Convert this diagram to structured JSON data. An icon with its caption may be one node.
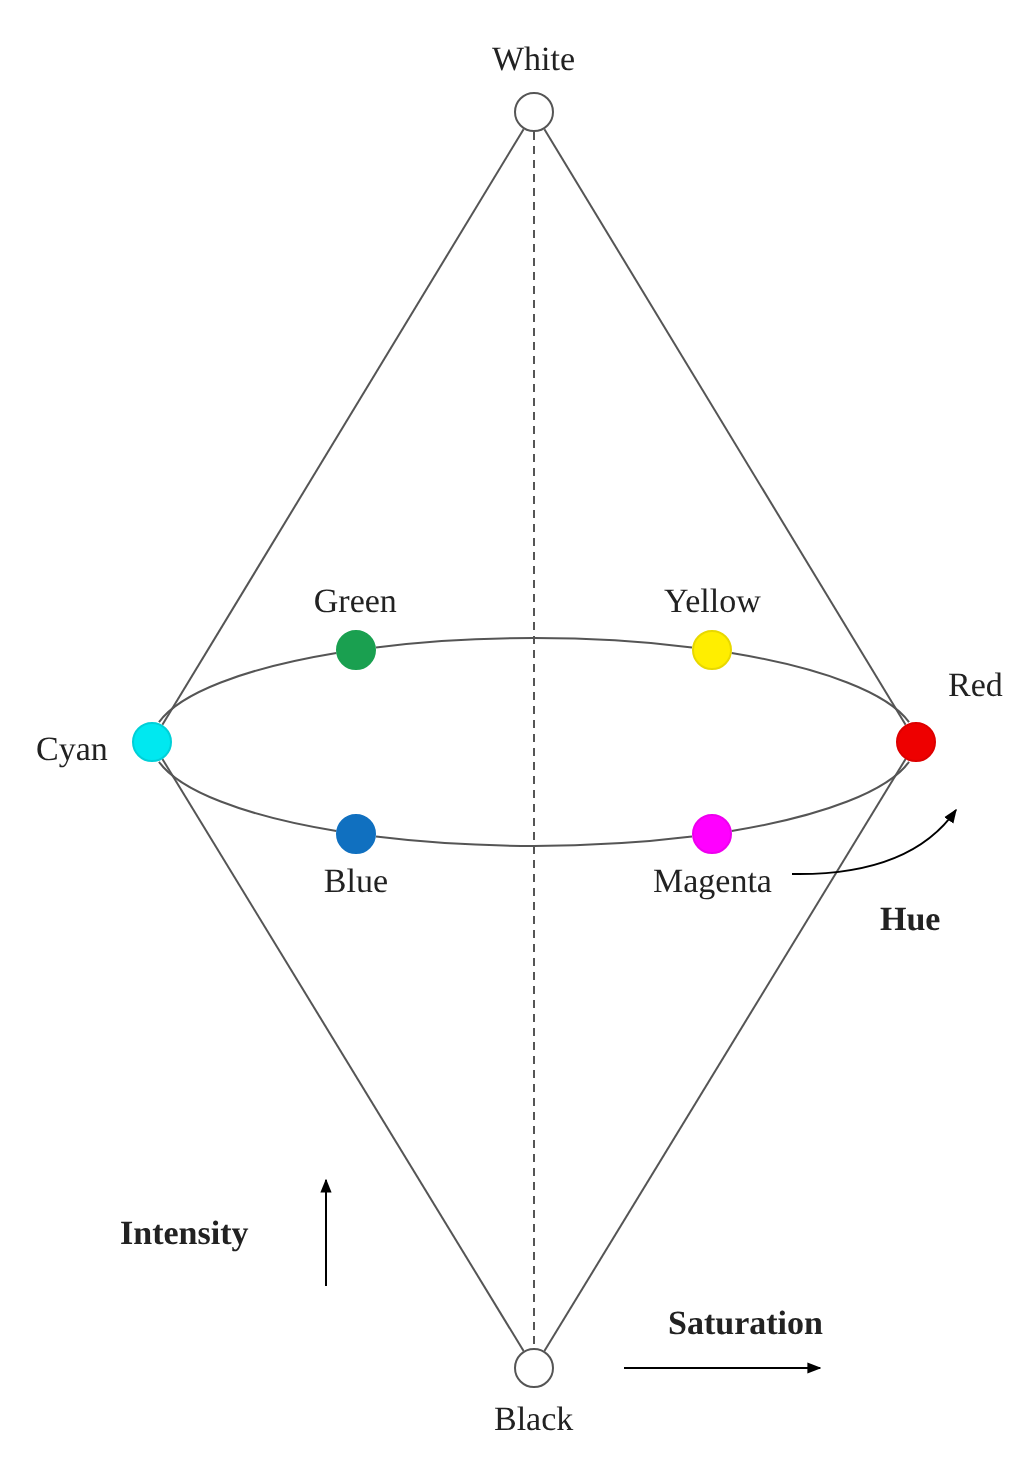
{
  "diagram": {
    "nodes": [
      {
        "text": [],
        "shape": "circle",
        "beside": [
          "White"
        ]
      },
      {
        "text": [],
        "shape": "circle",
        "beside": [
          "Green"
        ]
      },
      {
        "text": [],
        "shape": "circle",
        "beside": [
          "Yellow"
        ]
      },
      {
        "text": [],
        "shape": "circle",
        "beside": [
          "Cyan"
        ]
      },
      {
        "text": [],
        "shape": "circle",
        "beside": [
          "Red"
        ]
      },
      {
        "text": [],
        "shape": "circle",
        "beside": [
          "Blue"
        ]
      },
      {
        "text": [],
        "shape": "circle",
        "beside": [
          "Magenta"
        ]
      },
      {
        "text": [],
        "shape": "circle",
        "beside": [
          "Black"
        ]
      }
    ],
    "edges": [
      {
        "from": 0,
        "to": 3,
        "arrow": "none"
      },
      {
        "from": 0,
        "to": 4,
        "arrow": "none"
      },
      {
        "from": 0,
        "to": 7,
        "arrow": "none",
        "style": "dashed"
      },
      {
        "from": 3,
        "to": 7,
        "arrow": "none"
      },
      {
        "from": 4,
        "to": 7,
        "arrow": "none"
      },
      {
        "from": 3,
        "to": 1,
        "arrow": "none"
      },
      {
        "from": 1,
        "to": 2,
        "arrow": "none"
      },
      {
        "from": 2,
        "to": 4,
        "arrow": "none"
      },
      {
        "from": 4,
        "to": 6,
        "arrow": "none"
      },
      {
        "from": 6,
        "to": 5,
        "arrow": "none"
      },
      {
        "from": 5,
        "to": 3,
        "arrow": "none"
      }
    ],
    "labels": [
      "Hue",
      "Intensity",
      "Saturation"
    ]
  }
}
